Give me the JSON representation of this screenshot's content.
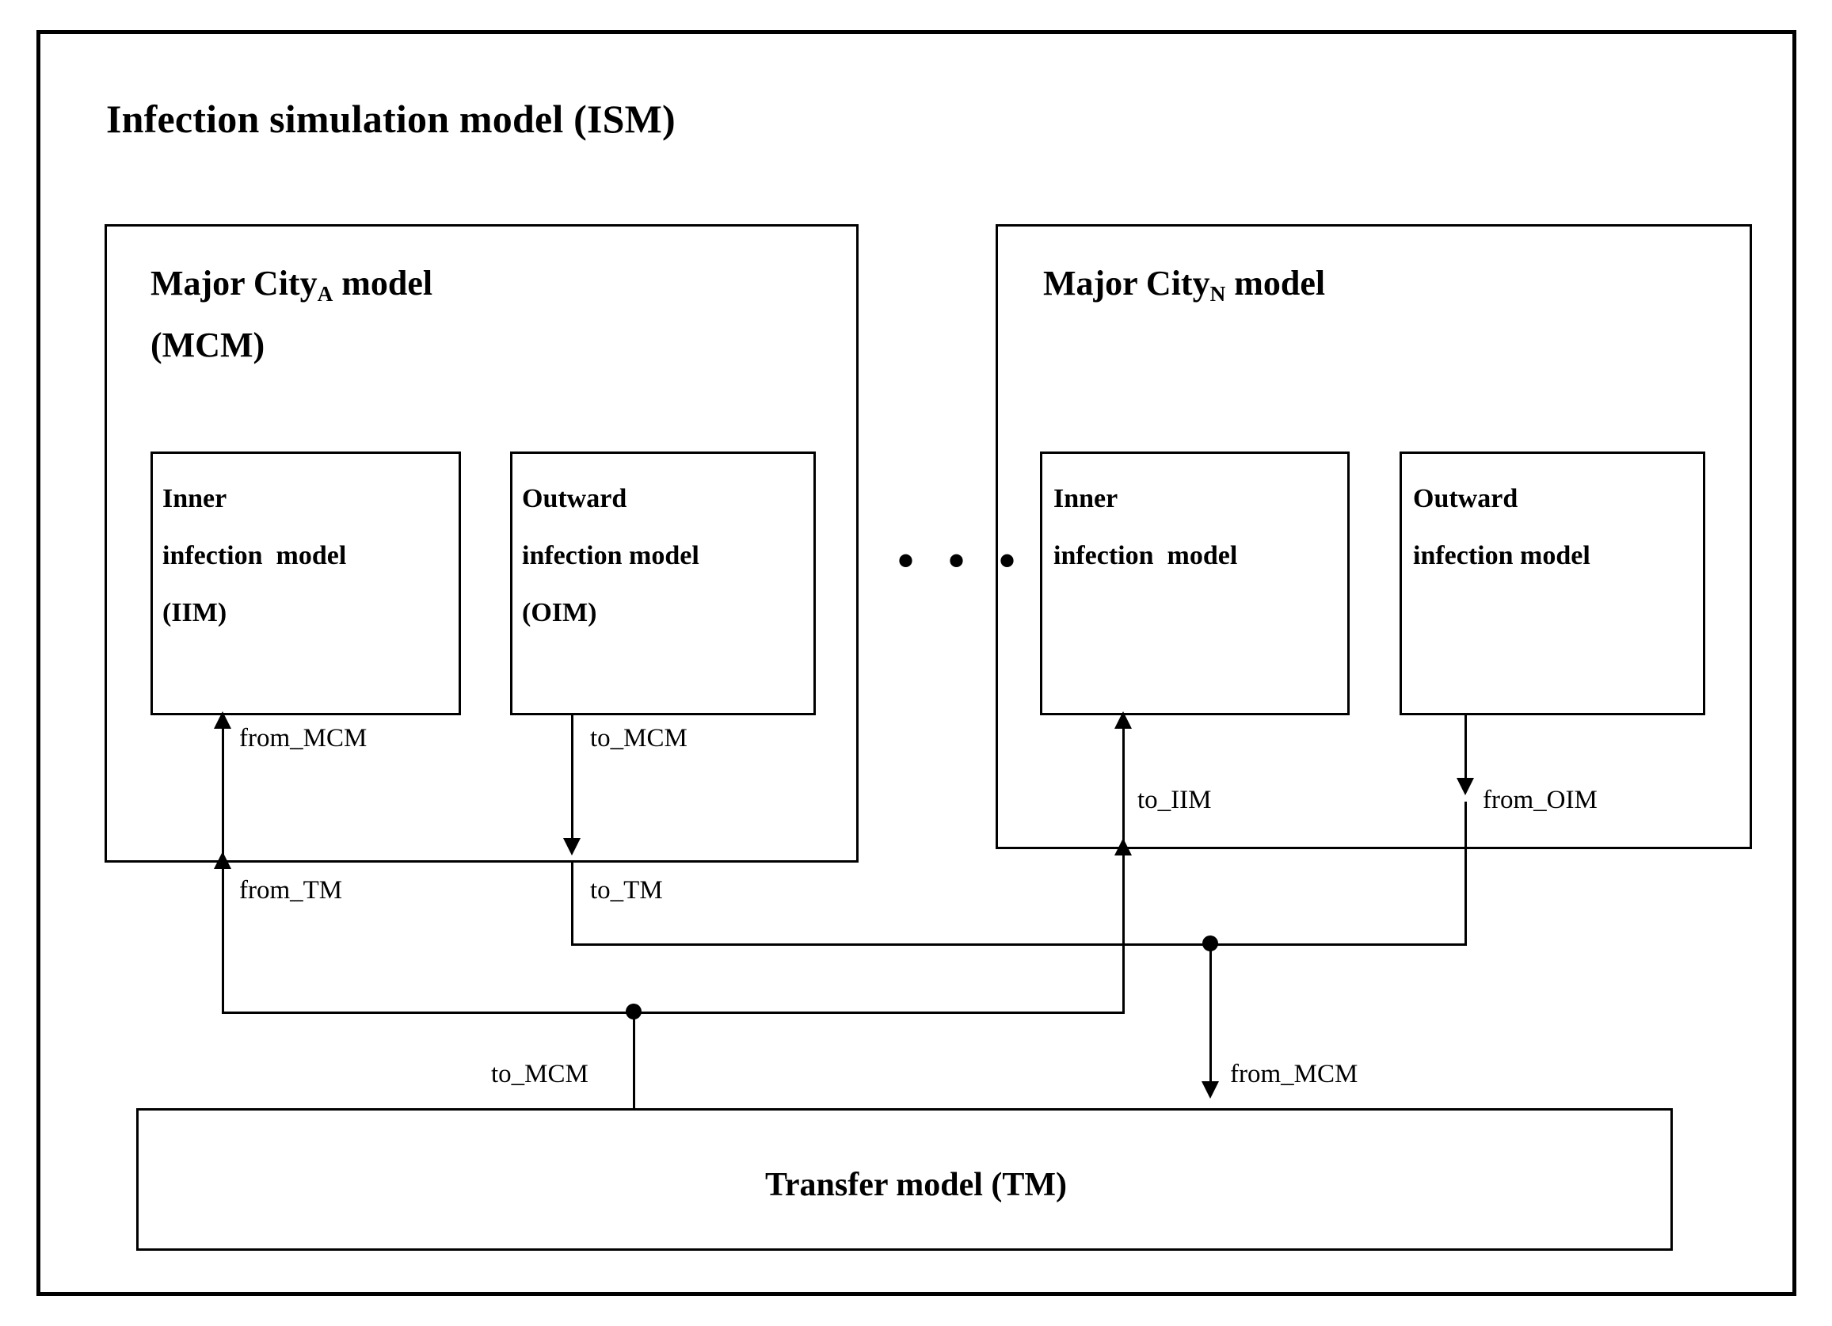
{
  "diagram": {
    "type": "block-diagram",
    "outer": {
      "title": "Infection simulation model (ISM)"
    },
    "city_models": [
      {
        "id": "city-a",
        "title_line1_prefix": "Major City",
        "title_line1_subscript": "A",
        "title_line1_suffix": " model",
        "title_line2": "(MCM)",
        "submodels": [
          {
            "id": "iim-a",
            "line1": "Inner",
            "line2": "infection  model",
            "line3": "(IIM)"
          },
          {
            "id": "oim-a",
            "line1": "Outward",
            "line2": "infection model",
            "line3": "(OIM)"
          }
        ]
      },
      {
        "id": "city-n",
        "title_line1_prefix": "Major City",
        "title_line1_subscript": "N",
        "title_line1_suffix": " model",
        "title_line2": "",
        "submodels": [
          {
            "id": "iim-n",
            "line1": "Inner",
            "line2": "infection  model",
            "line3": ""
          },
          {
            "id": "oim-n",
            "line1": "Outward",
            "line2": "infection model",
            "line3": ""
          }
        ]
      }
    ],
    "ellipsis": "• • •",
    "transfer_model": {
      "title": "Transfer model (TM)"
    },
    "edge_labels": {
      "from_mcm_a": "from_MCM",
      "to_mcm_a": "to_MCM",
      "from_tm_a": "from_TM",
      "to_tm_a": "to_TM",
      "to_iim_n": "to_IIM",
      "from_oim_n": "from_OIM",
      "to_mcm_tm": "to_MCM",
      "from_mcm_tm": "from_MCM"
    },
    "colors": {
      "line": "#000000",
      "background": "#ffffff"
    }
  }
}
